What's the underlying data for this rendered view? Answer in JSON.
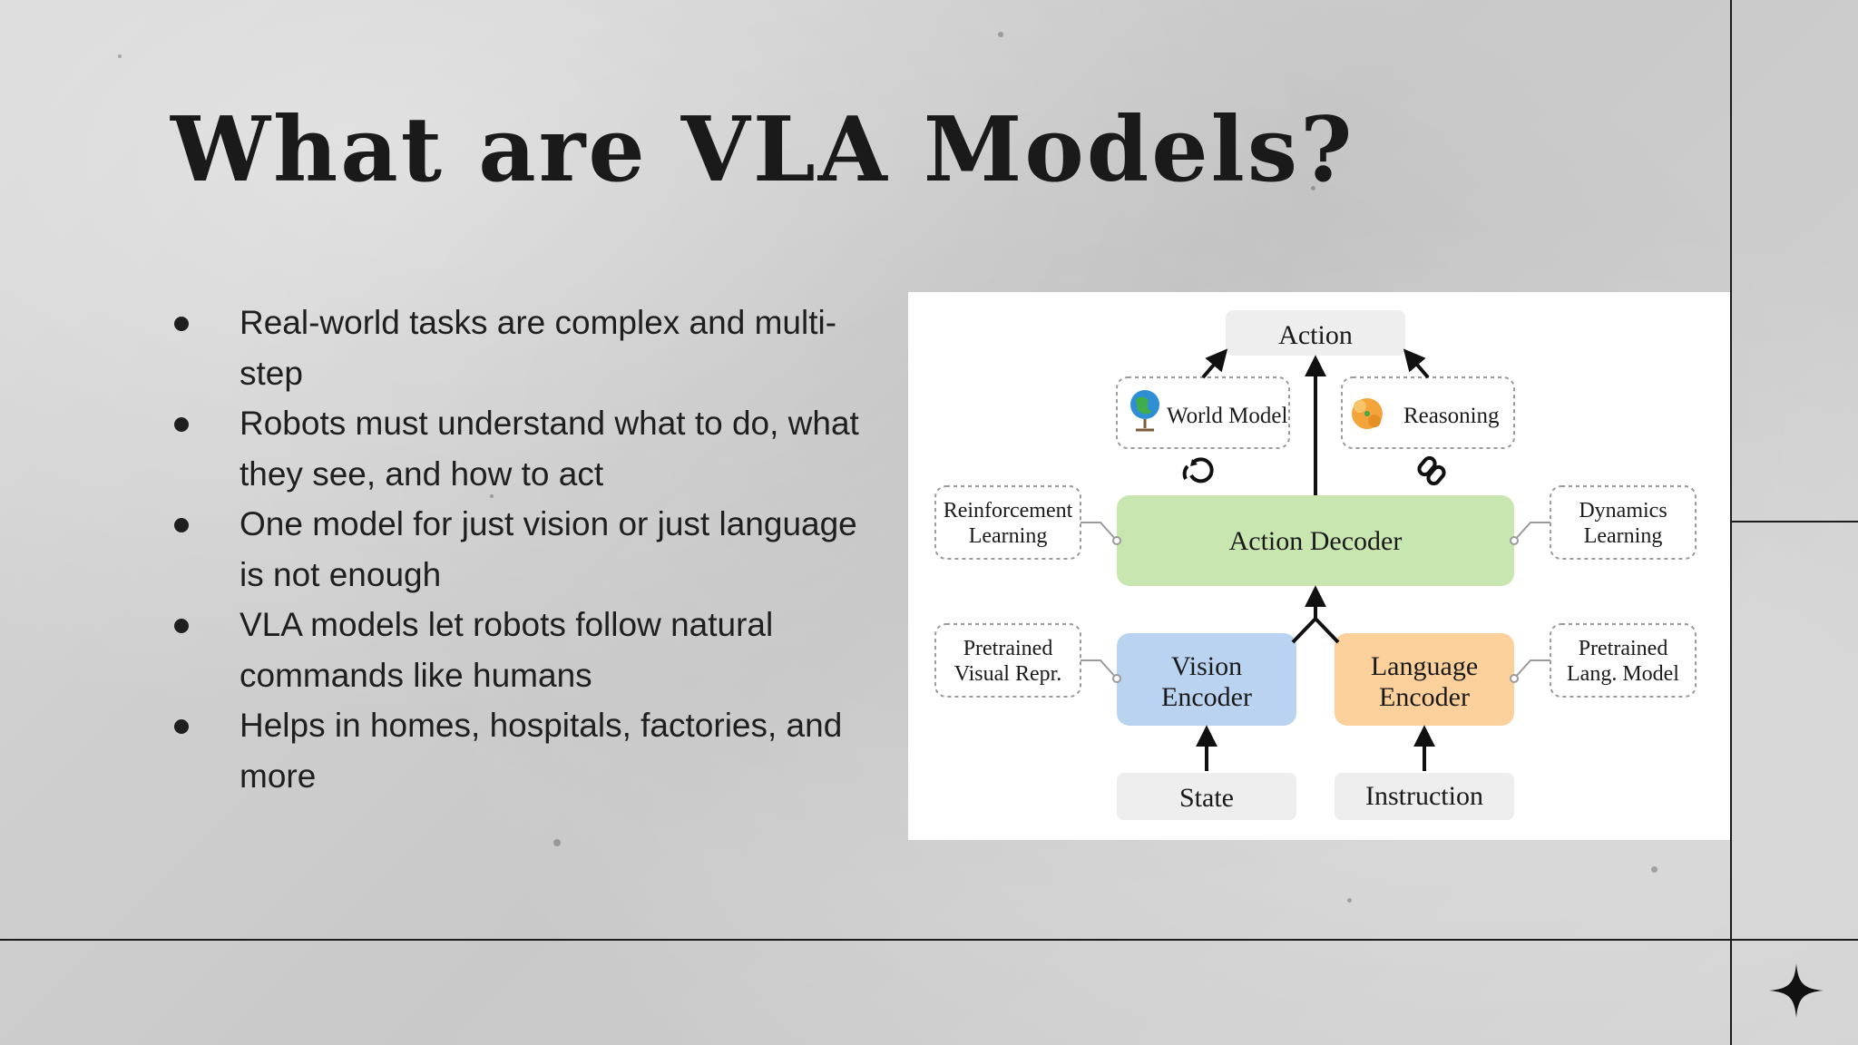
{
  "slide": {
    "title": "What are VLA Models?",
    "bullets": [
      "Real-world tasks are complex and multi-step",
      "Robots must understand what to do, what they see, and how to act",
      "One model for just vision or just language is not enough",
      "VLA models let robots follow natural commands like humans",
      "Helps in homes, hospitals, factories, and more"
    ]
  },
  "diagram": {
    "action": "Action",
    "world_model": "World Model",
    "reasoning": "Reasoning",
    "action_decoder": "Action Decoder",
    "reinforcement_learning": [
      "Reinforcement",
      "Learning"
    ],
    "dynamics_learning": [
      "Dynamics",
      "Learning"
    ],
    "vision_encoder": [
      "Vision",
      "Encoder"
    ],
    "language_encoder": [
      "Language",
      "Encoder"
    ],
    "pretrained_visual": [
      "Pretrained",
      "Visual Repr."
    ],
    "pretrained_lang": [
      "Pretrained",
      "Lang. Model"
    ],
    "state": "State",
    "instruction": "Instruction",
    "icons": [
      "globe-icon",
      "brain-icon",
      "refresh-cycle-icon",
      "chain-link-icon",
      "sparkle-star-icon"
    ],
    "colors": {
      "action_decoder": "#c8e6b0",
      "vision_encoder": "#b9d3f0",
      "language_encoder": "#fbd09a",
      "label_box": "#eeeeee"
    }
  }
}
